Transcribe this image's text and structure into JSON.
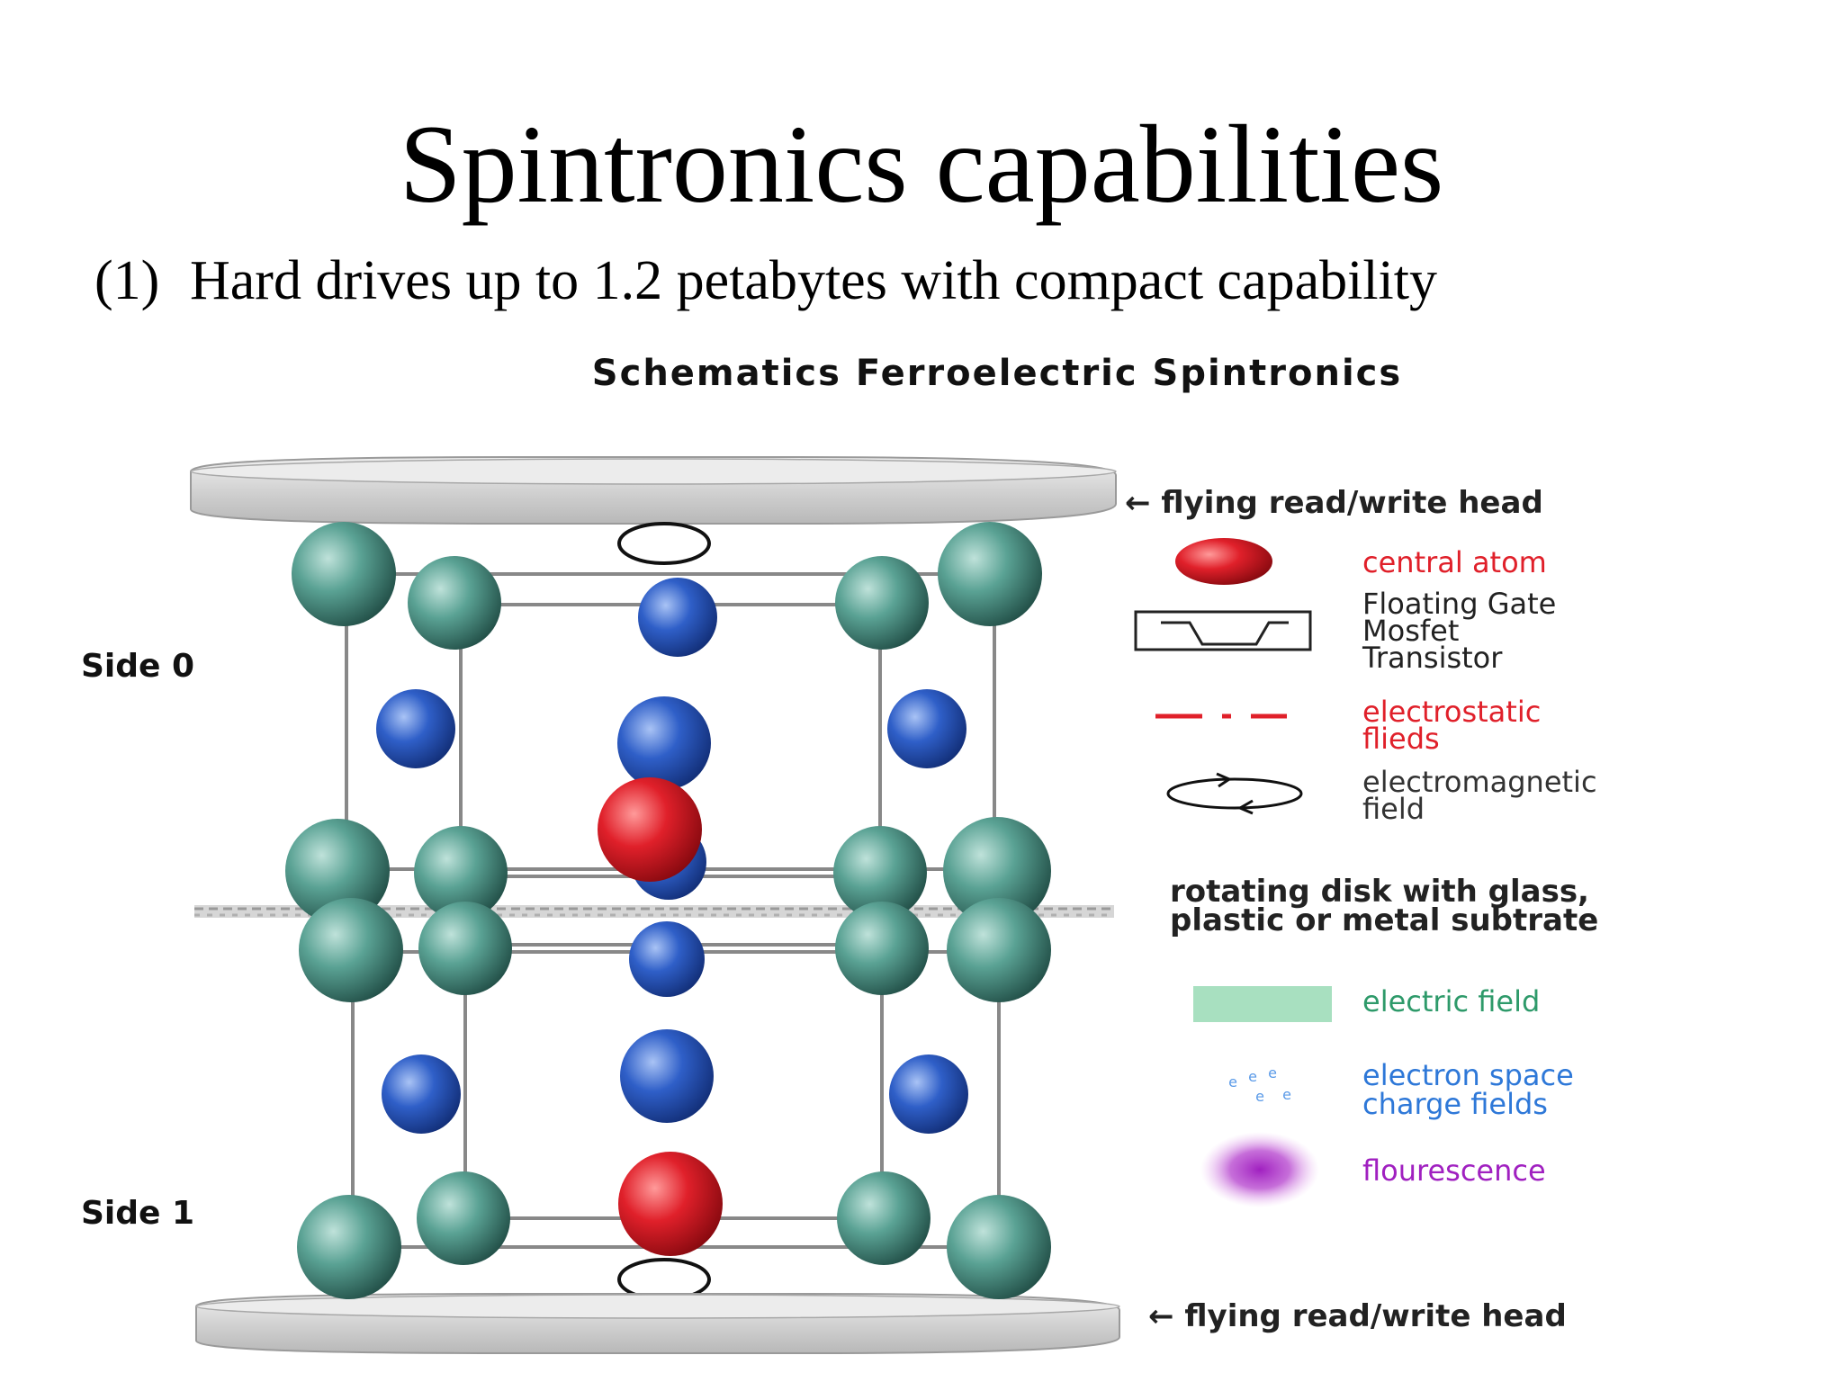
{
  "slide": {
    "title": "Spintronics capabilities",
    "bullet_number": "(1)",
    "bullet_text": "Hard drives up to 1.2 petabytes with compact capability"
  },
  "diagram": {
    "title": "Schematics Ferroelectric Spintronics",
    "side_labels": [
      "Side 0",
      "Side 1"
    ],
    "head_label_top": "← flying read/write head",
    "head_label_bottom": "← flying read/write head",
    "disk_label": [
      "rotating disk with glass,",
      "plastic or metal subtrate"
    ],
    "legend": [
      {
        "icon": "red-atom-icon",
        "lines": [
          "central atom"
        ],
        "color": "#e0202a"
      },
      {
        "icon": "transistor-symbol-icon",
        "lines": [
          "Floating Gate",
          "Mosfet",
          "Transistor"
        ],
        "color": "#222222"
      },
      {
        "icon": "dash-dot-line-icon",
        "lines": [
          "electrostatic",
          "flieds"
        ],
        "color": "#e0202a"
      },
      {
        "icon": "circular-arrows-icon",
        "lines": [
          "electromagnetic",
          "field"
        ],
        "color": "#333333"
      },
      {
        "icon": "green-rectangle-icon",
        "lines": [
          "electric field"
        ],
        "color": "#2e9a6a"
      },
      {
        "icon": "electron-dots-icon",
        "lines": [
          "electron space",
          "charge fields"
        ],
        "color": "#2e78d8"
      },
      {
        "icon": "purple-glow-icon",
        "lines": [
          "flourescence"
        ],
        "color": "#a020c0"
      }
    ],
    "colors": {
      "teal_atom": "#5aa294",
      "blue_atom": "#2f5fc8",
      "red_atom": "#e0202a",
      "platter": "#d8d8d8",
      "electric_field": "#a8e0c0"
    }
  }
}
